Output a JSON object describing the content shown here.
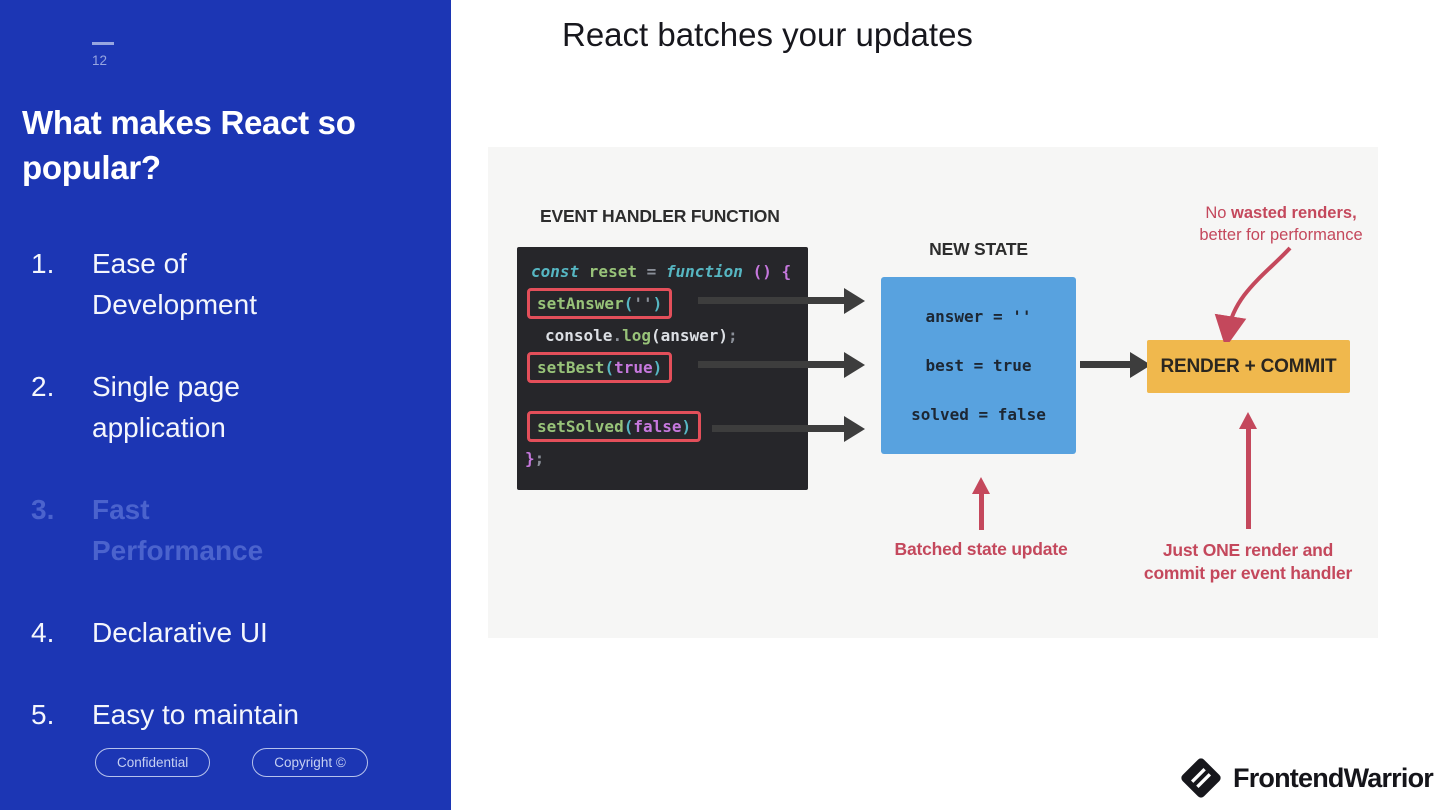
{
  "sidebar": {
    "page_number": "12",
    "heading": "What makes React so popular?",
    "items": [
      {
        "num": "1.",
        "label": "Ease of Development",
        "active": false
      },
      {
        "num": "2.",
        "label": "Single page application",
        "active": false
      },
      {
        "num": "3.",
        "label": "Fast Performance",
        "active": true
      },
      {
        "num": "4.",
        "label": "Declarative UI",
        "active": false
      },
      {
        "num": "5.",
        "label": "Easy to maintain",
        "active": false
      }
    ],
    "badges": [
      "Confidential",
      "Copyright ©"
    ]
  },
  "header": {
    "title": "React batches your updates"
  },
  "diagram": {
    "event_handler_label": "EVENT HANDLER FUNCTION",
    "code": {
      "line1": [
        "const ",
        "reset",
        " = ",
        "function ",
        "() {"
      ],
      "line2": [
        "setAnswer",
        "(",
        "''",
        ")"
      ],
      "line3": [
        "console",
        ".",
        "log",
        "(answer)",
        ";"
      ],
      "line4": [
        "setBest",
        "(",
        "true",
        ")"
      ],
      "line5": [
        "setSolved",
        "(",
        "false",
        ")"
      ],
      "line6": [
        "}",
        ";"
      ]
    },
    "new_state": {
      "label": "NEW STATE",
      "rows": [
        "answer = ''",
        "best = true",
        "solved = false"
      ]
    },
    "render_commit_label": "RENDER + COMMIT",
    "annotations": {
      "no_wasted_prefix": "No ",
      "no_wasted_bold": "wasted renders,",
      "no_wasted_line2": "better for performance",
      "batched_caption": "Batched state update",
      "justone_line1": "Just ONE render and",
      "justone_line2": "commit per event handler"
    }
  },
  "footer": {
    "brand": "FrontendWarrior"
  },
  "colors": {
    "sidebar_blue": "#1c36b4",
    "active_item_blue": "#4b63cd",
    "diagram_bg": "#f6f6f5",
    "code_bg": "#26262a",
    "highlight_red_box": "#e34f5a",
    "annotation_red": "#c4485c",
    "state_box_blue": "#58a2df",
    "render_box_orange": "#f0b84d",
    "arrow_dark": "#3d3d3d"
  }
}
